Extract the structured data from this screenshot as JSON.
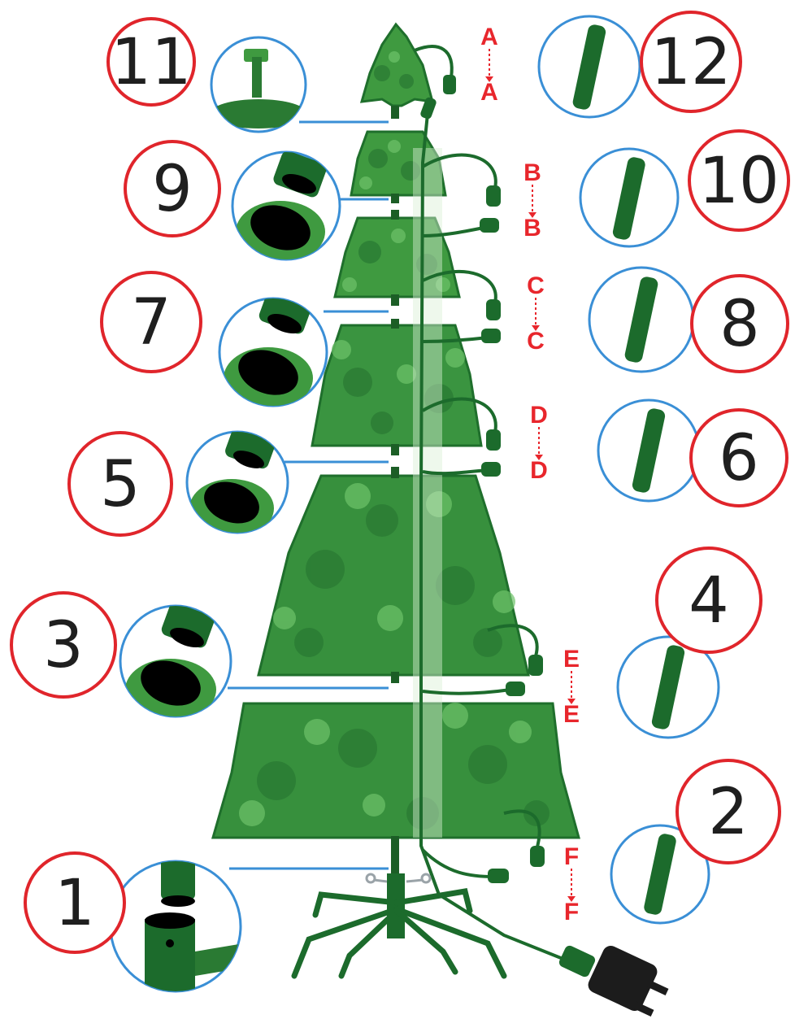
{
  "colors": {
    "step_ring": "#e0252b",
    "detail_ring": "#3a8fd6",
    "connector_letter": "#e8262c",
    "foliage_dark": "#1f6f2c",
    "foliage_light": "#4fae4e",
    "stand": "#1c6b2c",
    "plug": "#1c1c1c"
  },
  "steps": [
    {
      "id": "1",
      "label": "1",
      "detail": "base-pole-insert"
    },
    {
      "id": "2",
      "label": "2",
      "detail": "light-connector"
    },
    {
      "id": "3",
      "label": "3",
      "detail": "section-pole-insert"
    },
    {
      "id": "4",
      "label": "4",
      "detail": "light-connector"
    },
    {
      "id": "5",
      "label": "5",
      "detail": "section-pole-insert"
    },
    {
      "id": "6",
      "label": "6",
      "detail": "light-connector"
    },
    {
      "id": "7",
      "label": "7",
      "detail": "section-pole-insert"
    },
    {
      "id": "8",
      "label": "8",
      "detail": "light-connector"
    },
    {
      "id": "9",
      "label": "9",
      "detail": "section-pole-insert"
    },
    {
      "id": "10",
      "label": "10",
      "detail": "light-connector"
    },
    {
      "id": "11",
      "label": "11",
      "detail": "top-section-insert"
    },
    {
      "id": "12",
      "label": "12",
      "detail": "light-connector"
    }
  ],
  "connectors": [
    {
      "top": "A",
      "bottom": "A"
    },
    {
      "top": "B",
      "bottom": "B"
    },
    {
      "top": "C",
      "bottom": "C"
    },
    {
      "top": "D",
      "bottom": "D"
    },
    {
      "top": "E",
      "bottom": "E"
    },
    {
      "top": "F",
      "bottom": "F"
    }
  ],
  "icons": [
    "christmas-tree-illustration",
    "tree-stand-icon",
    "power-plug-icon"
  ]
}
